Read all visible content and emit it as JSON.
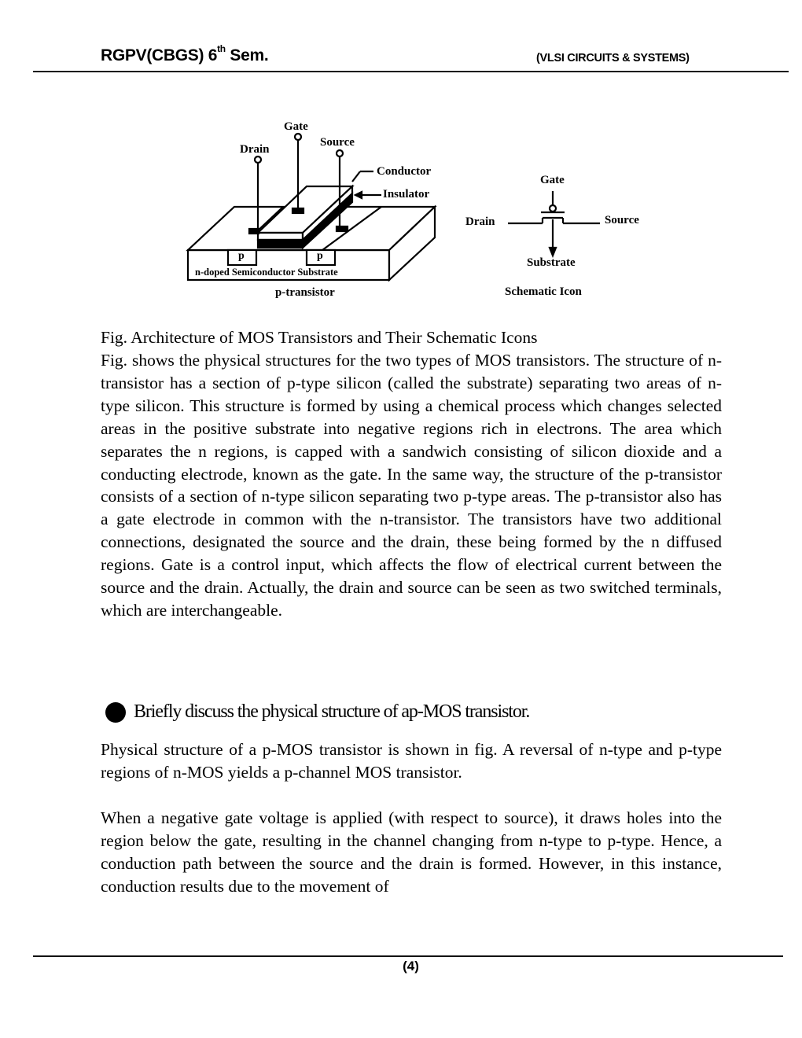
{
  "header": {
    "left_prefix": "RGPV(CBGS) 6",
    "left_sup": "th",
    "left_suffix": " Sem.",
    "right": "(VLSI CIRCUITS & SYSTEMS)"
  },
  "figure": {
    "ptransistor": {
      "gate": "Gate",
      "drain": "Drain",
      "source": "Source",
      "conductor": "Conductor",
      "insulator": "Insulator",
      "p_left": "p",
      "p_right": "p",
      "substrate": "n-doped Semiconductor Substrate",
      "title": "p-transistor"
    },
    "schematic": {
      "gate": "Gate",
      "drain": "Drain",
      "source": "Source",
      "substrate": "Substrate",
      "title": "Schematic Icon"
    }
  },
  "caption": "Fig. Architecture of MOS Transistors and Their Schematic Icons",
  "paragraph1": "Fig. shows the physical structures for the two types of MOS transistors. The structure of n-transistor has a section of p-type silicon (called the substrate) separating two areas of n-type silicon. This structure is formed by using a chemical process which changes selected areas in the positive substrate into negative regions rich in electrons. The area which separates the n regions, is capped with a sandwich consisting of silicon dioxide and a conducting electrode, known as the gate. In the same way, the structure of the p-transistor consists of a section of n-type silicon separating two p-type areas. The p-transistor also has a gate electrode in common with the n-transistor. The transistors have two additional connections, designated the source and the drain, these being formed  by the n diffused regions. Gate is a control input, which affects the flow of electrical current between the source and the drain. Actually, the drain and source can be seen as two switched terminals, which are interchangeable.",
  "question": "Briefly discuss the physical structure of ap-MOS transistor.",
  "paragraph2": "Physical structure of a p-MOS transistor is shown in fig. A  reversal of n-type and p-type regions of n-MOS yields a p-channel MOS transistor.",
  "paragraph3": "When a negative gate voltage is applied (with respect to source), it draws holes into the region below the gate, resulting in the channel changing from n-type to p-type. Hence, a conduction path  between the source and the drain is formed. However, in this instance, conduction results due  to the movement of",
  "footer": {
    "page_number": "(4)"
  }
}
